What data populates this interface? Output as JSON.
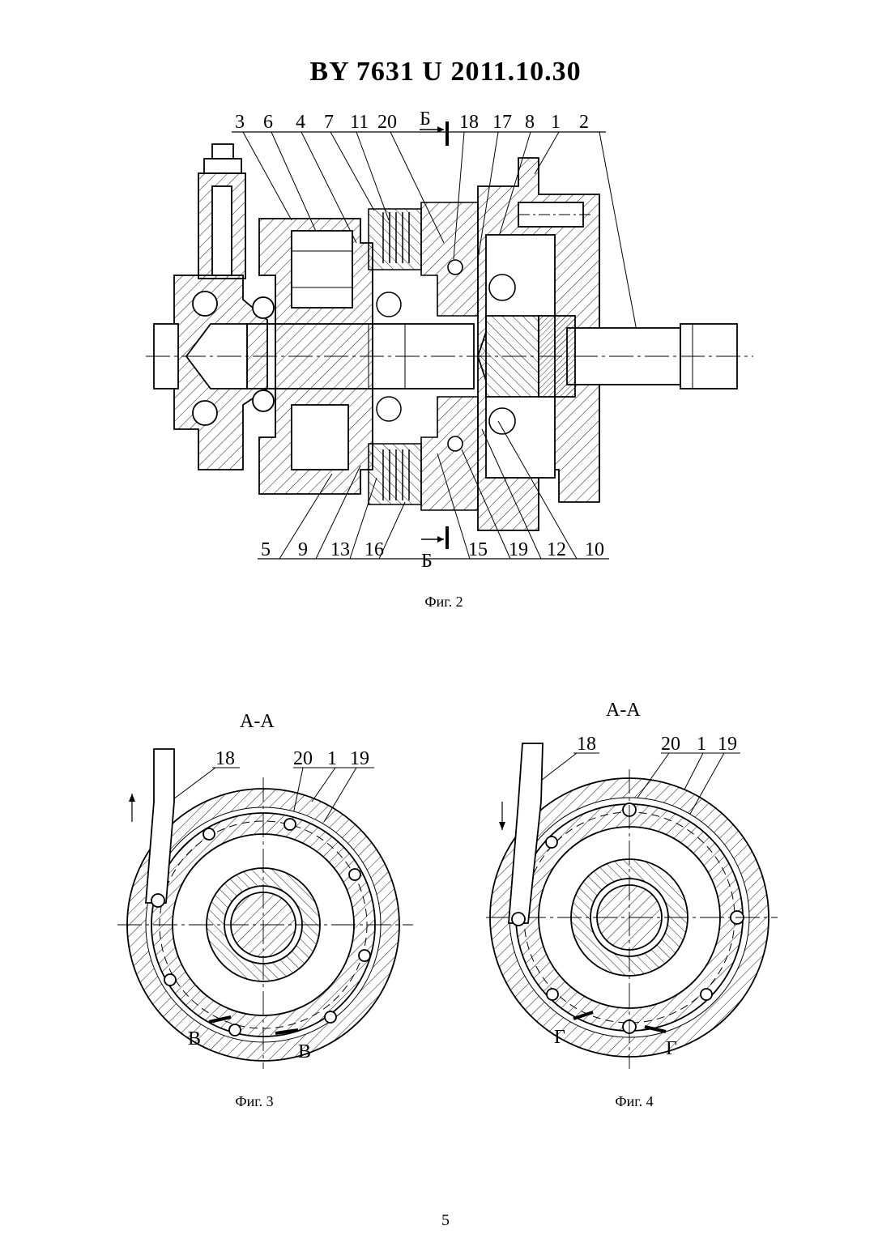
{
  "header": {
    "title": "BY  7631  U  2011.10.30"
  },
  "fig2": {
    "caption": "Фиг. 2",
    "labels_top": [
      "3",
      "6",
      "4",
      "7",
      "11",
      "20",
      "18",
      "17",
      "8",
      "1",
      "2"
    ],
    "labels_bottom": [
      "5",
      "9",
      "13",
      "16",
      "15",
      "19",
      "12",
      "10"
    ],
    "section_letter": "Б"
  },
  "fig3": {
    "caption": "Фиг. 3",
    "section_title": "А-А",
    "labels": [
      "18",
      "20",
      "1",
      "19"
    ],
    "section_marks": [
      "В",
      "В"
    ]
  },
  "fig4": {
    "caption": "Фиг. 4",
    "section_title": "А-А",
    "labels": [
      "18",
      "20",
      "1",
      "19"
    ],
    "section_marks": [
      "Г",
      "Г"
    ]
  },
  "page": {
    "number": "5"
  }
}
